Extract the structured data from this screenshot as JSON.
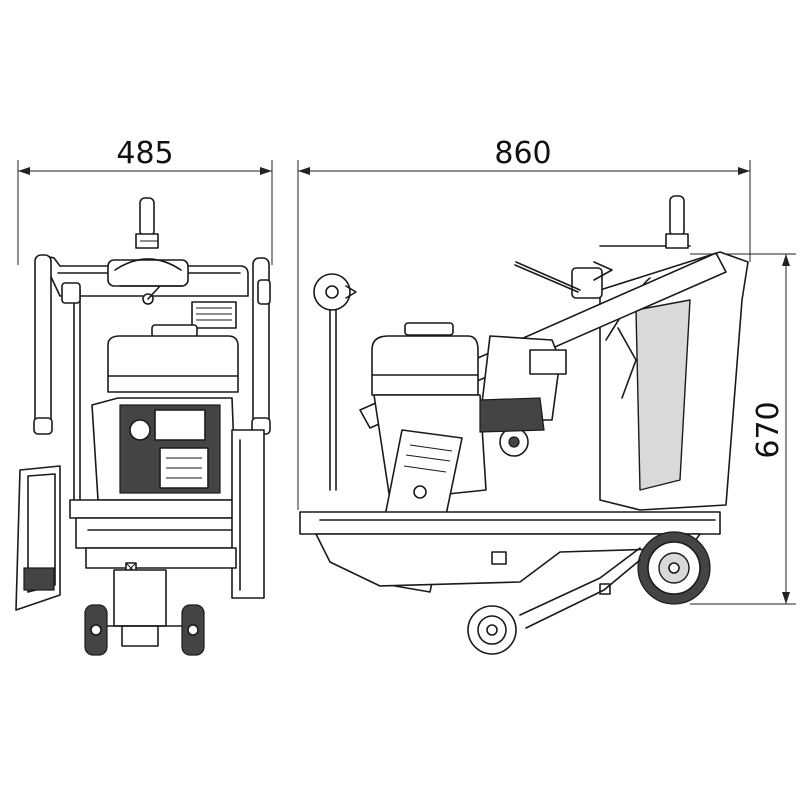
{
  "dimensions": {
    "width_front": "485",
    "length_side": "860",
    "height_side": "670"
  },
  "colors": {
    "line": "#1a1a1a",
    "panel_fill": "#d9d9d9",
    "background": "#ffffff"
  }
}
